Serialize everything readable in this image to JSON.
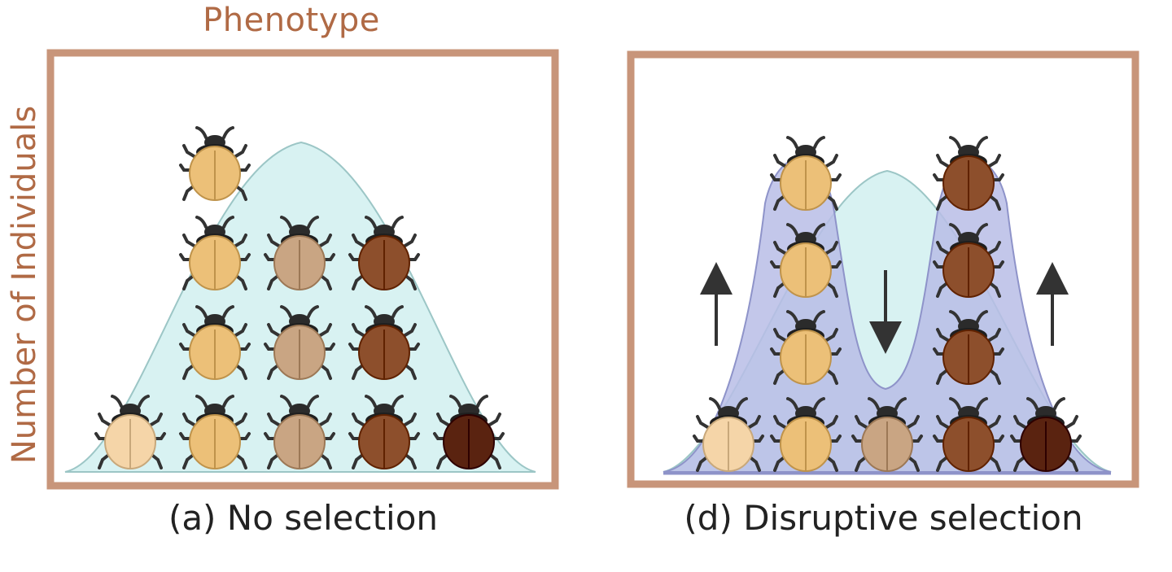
{
  "labels": {
    "x_axis": "Phenotype",
    "y_axis": "Number of Individuals"
  },
  "panels": [
    {
      "id": "a",
      "caption": "(a) No selection",
      "beetle_columns": [
        1,
        4,
        3,
        3,
        1
      ],
      "arrows": []
    },
    {
      "id": "d",
      "caption": "(d) Disruptive selection",
      "beetle_columns": [
        1,
        4,
        1,
        4,
        1
      ],
      "arrows": [
        "up",
        "down",
        "up"
      ]
    }
  ],
  "colors": {
    "frame": "#c8957a",
    "label": "#b06a45",
    "curve_original": "#d8f2f2",
    "curve_selected": "#b9bde6",
    "beetle_shades": [
      "#f5d5a8",
      "#ecc078",
      "#c9a583",
      "#8d4f2c",
      "#5a2310"
    ]
  }
}
